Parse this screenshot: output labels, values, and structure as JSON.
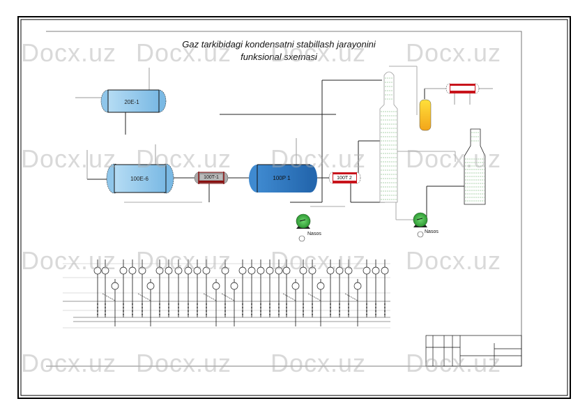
{
  "title": {
    "line1": "Gaz tarkibidagi kondensatni stabillash jarayonini",
    "line2": "funksional sxemasi"
  },
  "equipment": {
    "vessel_20e1": "20E-1",
    "vessel_100e6": "100E-6",
    "exchanger_100t1": "100T-1",
    "vessel_100p1": "100P 1",
    "exchanger_100t2": "100T 2",
    "pump1_label": "Nasos",
    "pump2_label": "Nasos"
  },
  "colors": {
    "light_blue": "#8fc6ea",
    "dark_blue": "#2e78bf",
    "red": "#c8141c",
    "green": "#3cb043",
    "yellow": "#f7c21b",
    "column_green": "#5aa85a"
  },
  "watermark": "Docx.uz"
}
